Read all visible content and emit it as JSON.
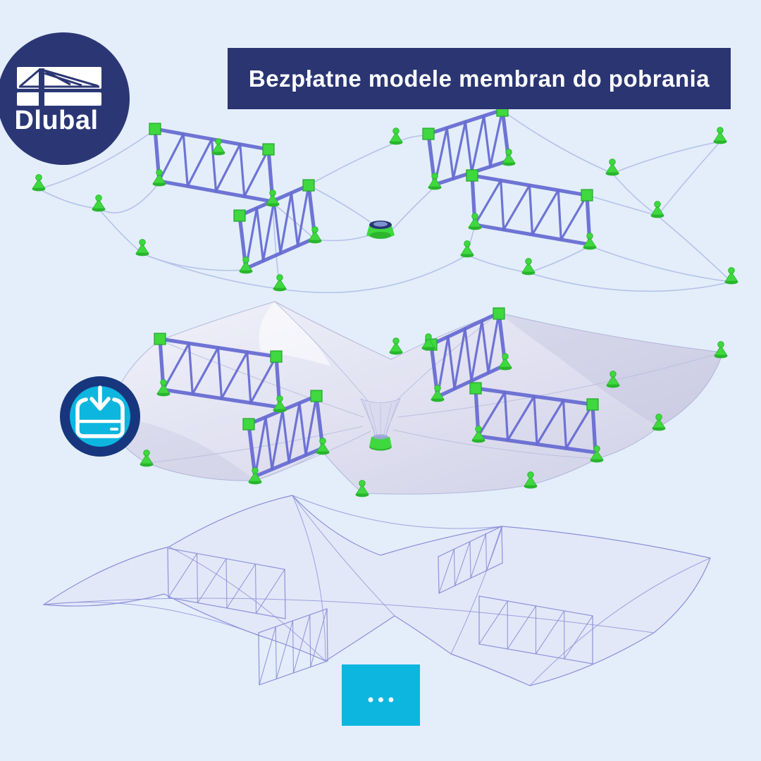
{
  "brand": {
    "name": "Dlubal"
  },
  "banner": {
    "title": "Bezpłatne modele membran do pobrania"
  },
  "download_badge": {
    "icon": "download-tray-icon"
  },
  "more_button": {
    "label": "•••"
  },
  "illustration": {
    "alt": "Exploded 3D model of a tensioned membrane roof: cable net with trusses on top, membrane surface with trusses and central funnel in the middle, wireframe membrane at the bottom",
    "colors": {
      "background": "#e3eefa",
      "navy_circle": "#2b3775",
      "navy_banner": "#2a3572",
      "cyan": "#0db6de",
      "ring_navy": "#17367e",
      "truss": "#676dd2",
      "cable": "#b6c2ea",
      "support_green": "#3fd83f",
      "support_green_dark": "#28b52d",
      "membrane_light": "#f2f2fa",
      "membrane_dark": "#cfcfe6",
      "membrane_edge": "#b2b6da",
      "wireframe": "#8a8fd9"
    }
  }
}
